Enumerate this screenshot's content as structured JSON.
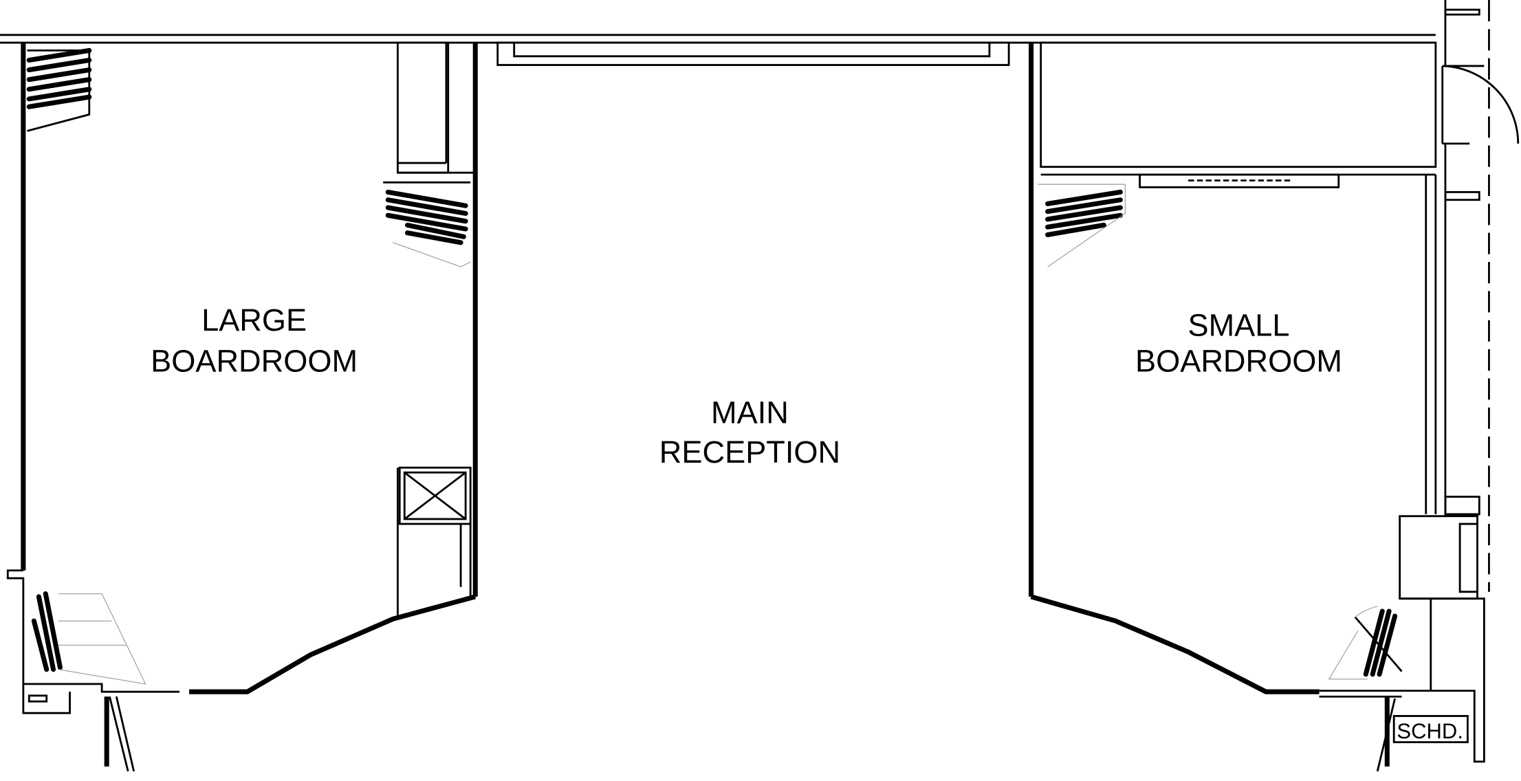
{
  "rooms": {
    "large_boardroom": {
      "line1": "LARGE",
      "line2": "BOARDROOM"
    },
    "main_reception": {
      "line1": "MAIN",
      "line2": "RECEPTION"
    },
    "small_boardroom": {
      "line1": "SMALL",
      "line2": "BOARDROOM"
    }
  },
  "tags": {
    "schd": "SCHD."
  }
}
